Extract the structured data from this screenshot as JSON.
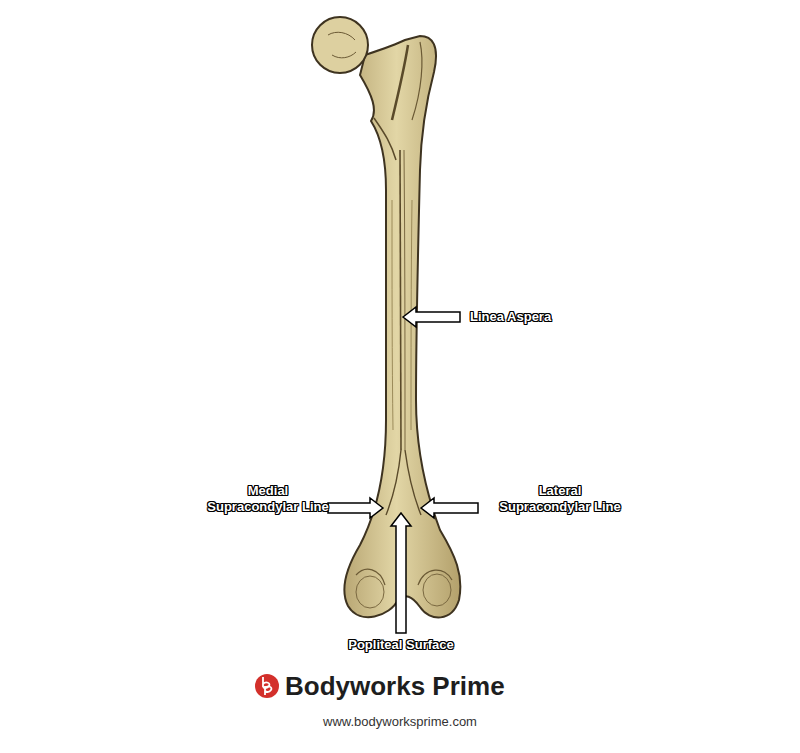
{
  "diagram": {
    "labels": [
      "Linea Aspera",
      "Medial Supracondylar Line",
      "Lateral Supracondylar Line",
      "Popliteal Surface",
      "Bodyworks Prime",
      "www.bodyworksprime.com"
    ]
  }
}
